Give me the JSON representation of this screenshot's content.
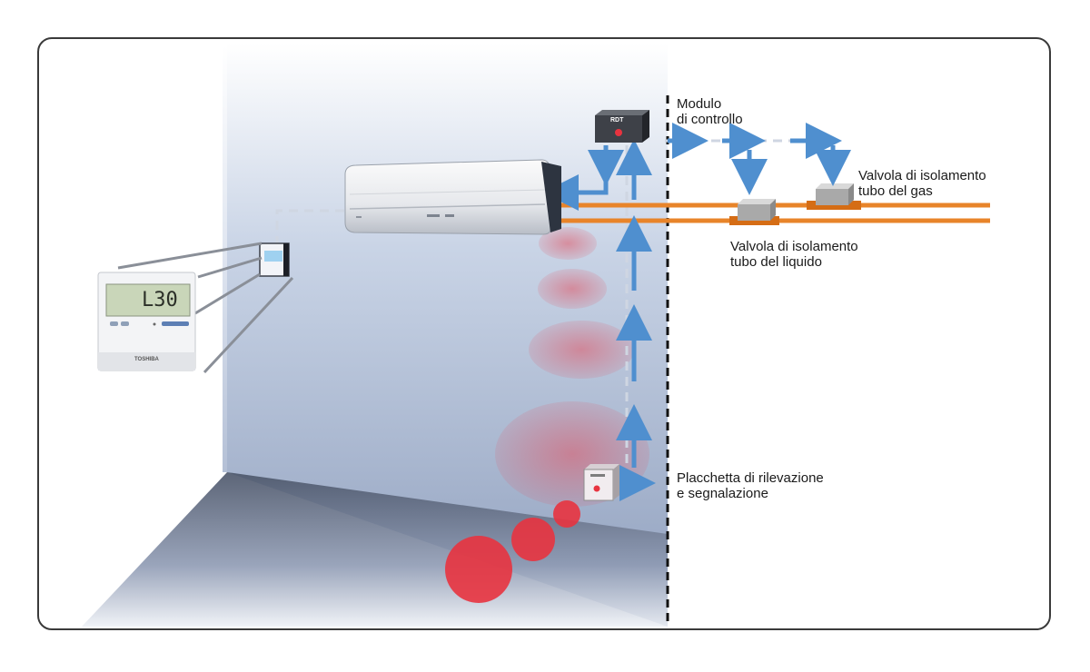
{
  "controller": {
    "display": "L30",
    "brand": "TOSHIBA"
  },
  "control_module": {
    "badge": "RDT",
    "label_line1": "Modulo",
    "label_line2": "di controllo"
  },
  "gas_valve": {
    "label_line1": "Valvola di isolamento",
    "label_line2": "tubo del gas"
  },
  "liquid_valve": {
    "label_line1": "Valvola di isolamento",
    "label_line2": "tubo del liquido"
  },
  "sensor": {
    "label_line1": "Placchetta di rilevazione",
    "label_line2": "e segnalazione"
  },
  "colors": {
    "pipe": "#e8842a",
    "arrow": "#4f8fcf",
    "leak": "#e8333f",
    "wall": "#b9c6dd"
  }
}
